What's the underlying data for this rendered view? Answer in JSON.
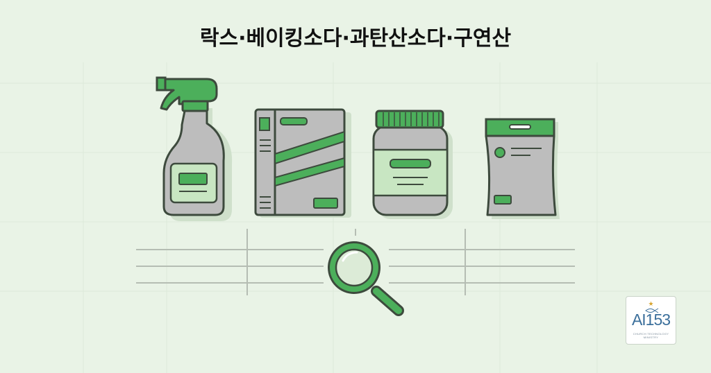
{
  "title": "락스·베이킹소다·과탄산소다·구연산",
  "logo": {
    "text": "AI153",
    "subtitle": "CHURCH TECHNOLOGY MINISTRY"
  },
  "icons": [
    "spray-bottle-icon",
    "powder-box-icon",
    "jar-icon",
    "pouch-icon",
    "magnifying-glass-icon"
  ],
  "colors": {
    "background": "#e9f3e6",
    "accent_green": "#4caf5b",
    "light_green": "#c8e6c2",
    "gray": "#b8b8b8",
    "outline": "#4d4d4d",
    "table_line": "#b5bdb3"
  }
}
